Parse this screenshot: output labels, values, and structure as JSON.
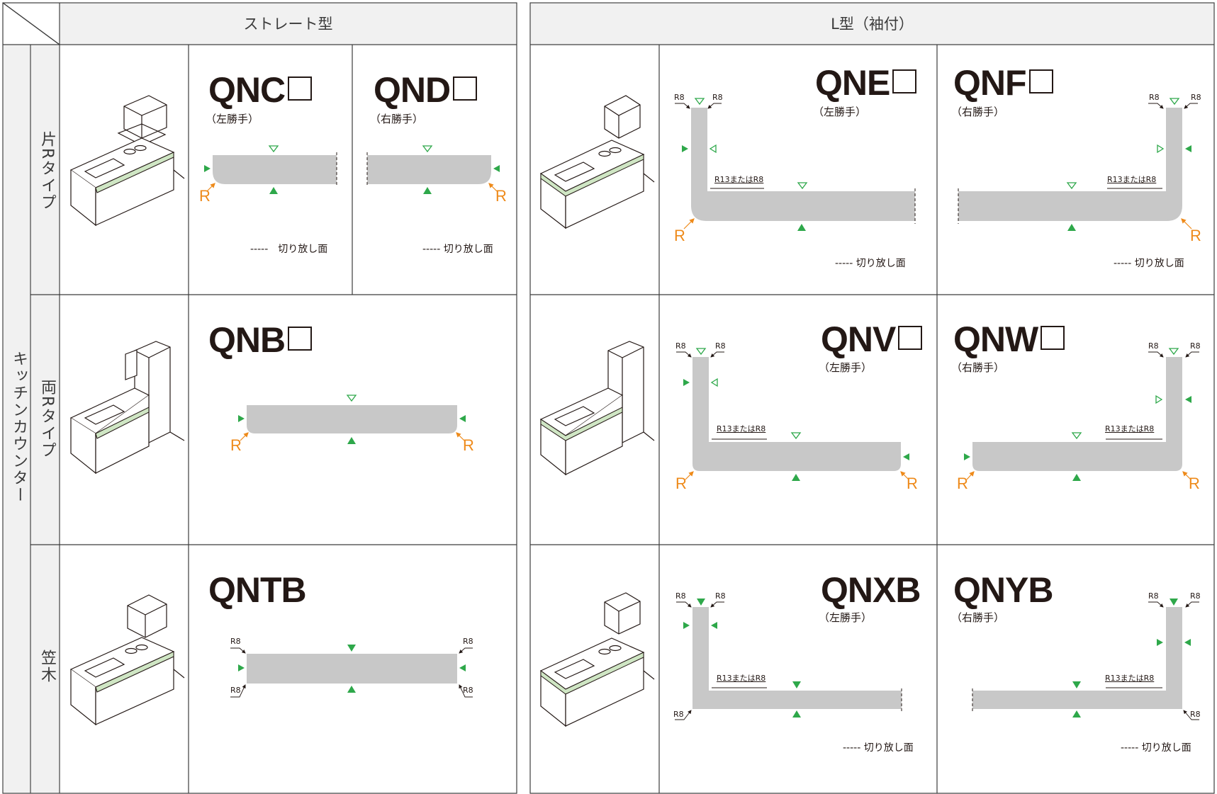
{
  "header": {
    "straight": "ストレート型",
    "l_type": "L型（袖付）"
  },
  "row_group": "キッチンカウンター",
  "rows": [
    "片Rタイプ",
    "両Rタイプ",
    "笠木"
  ],
  "cells": {
    "qnc": {
      "code": "QNC",
      "sub": "（左勝手）",
      "note": "-----　切り放し面"
    },
    "qnd": {
      "code": "QND",
      "sub": "（右勝手）",
      "note": "----- 切り放し面"
    },
    "qne": {
      "code": "QNE",
      "sub": "（左勝手）",
      "note": "----- 切り放し面"
    },
    "qnf": {
      "code": "QNF",
      "sub": "（右勝手）",
      "note": "----- 切り放し面"
    },
    "qnb": {
      "code": "QNB"
    },
    "qnv": {
      "code": "QNV",
      "sub": "（左勝手）"
    },
    "qnw": {
      "code": "QNW",
      "sub": "（右勝手）"
    },
    "qntb": {
      "code": "QNTB"
    },
    "qnxb": {
      "code": "QNXB",
      "sub": "（左勝手）",
      "note": "----- 切り放し面"
    },
    "qnyb": {
      "code": "QNYB",
      "sub": "（右勝手）",
      "note": "----- 切り放し面"
    }
  },
  "labels": {
    "r": "R",
    "r8": "R8",
    "r13": "R13またはR8"
  },
  "colors": {
    "line": "#3c3c3c",
    "shape": "#c8c8c8",
    "green": "#2ea84a",
    "orange": "#ee8a1a",
    "counter_green": "#cfe6c4"
  }
}
